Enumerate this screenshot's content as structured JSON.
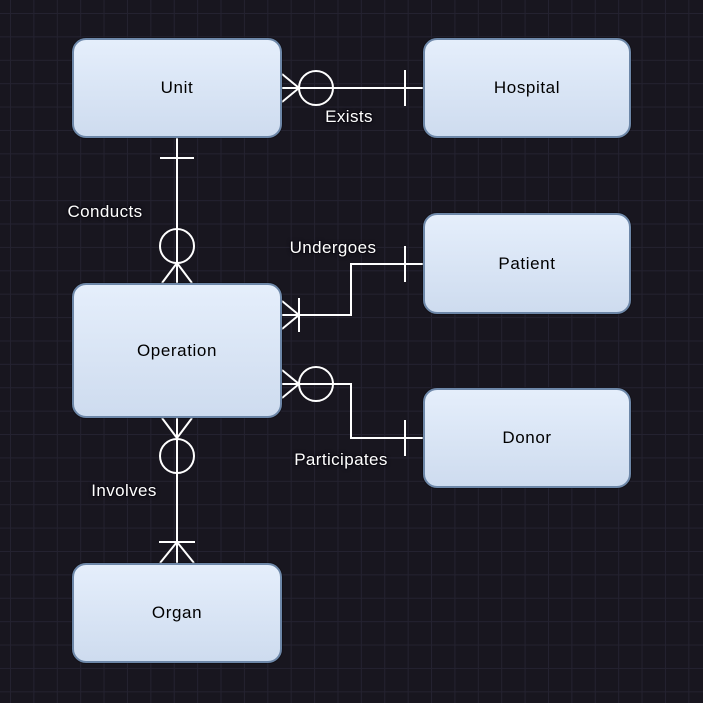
{
  "diagram": {
    "background-color": "#18161f",
    "grid-color": "#242230",
    "entity-fill": "#dbe8fa",
    "entity-border": "#6d87a8",
    "connector-color": "#ffffff",
    "label-text-color": "#ffffff",
    "entity-text-color": "#000000"
  },
  "entities": {
    "unit": {
      "name": "Unit"
    },
    "hospital": {
      "name": "Hospital"
    },
    "patient": {
      "name": "Patient"
    },
    "operation": {
      "name": "Operation"
    },
    "donor": {
      "name": "Donor"
    },
    "organ": {
      "name": "Organ"
    }
  },
  "relationships": {
    "exists": {
      "label": "Exists",
      "from": "Unit",
      "to": "Hospital",
      "from_cardinality": "zero-or-many",
      "to_cardinality": "one"
    },
    "conducts": {
      "label": "Conducts",
      "from": "Unit",
      "to": "Operation",
      "from_cardinality": "one",
      "to_cardinality": "zero-or-many"
    },
    "undergoes": {
      "label": "Undergoes",
      "from": "Operation",
      "to": "Patient",
      "from_cardinality": "one-or-many",
      "to_cardinality": "one"
    },
    "participates": {
      "label": "Participates",
      "from": "Operation",
      "to": "Donor",
      "from_cardinality": "zero-or-many",
      "to_cardinality": "one"
    },
    "involves": {
      "label": "Involves",
      "from": "Operation",
      "to": "Organ",
      "from_cardinality": "zero-or-many",
      "to_cardinality": "one-or-many"
    }
  }
}
